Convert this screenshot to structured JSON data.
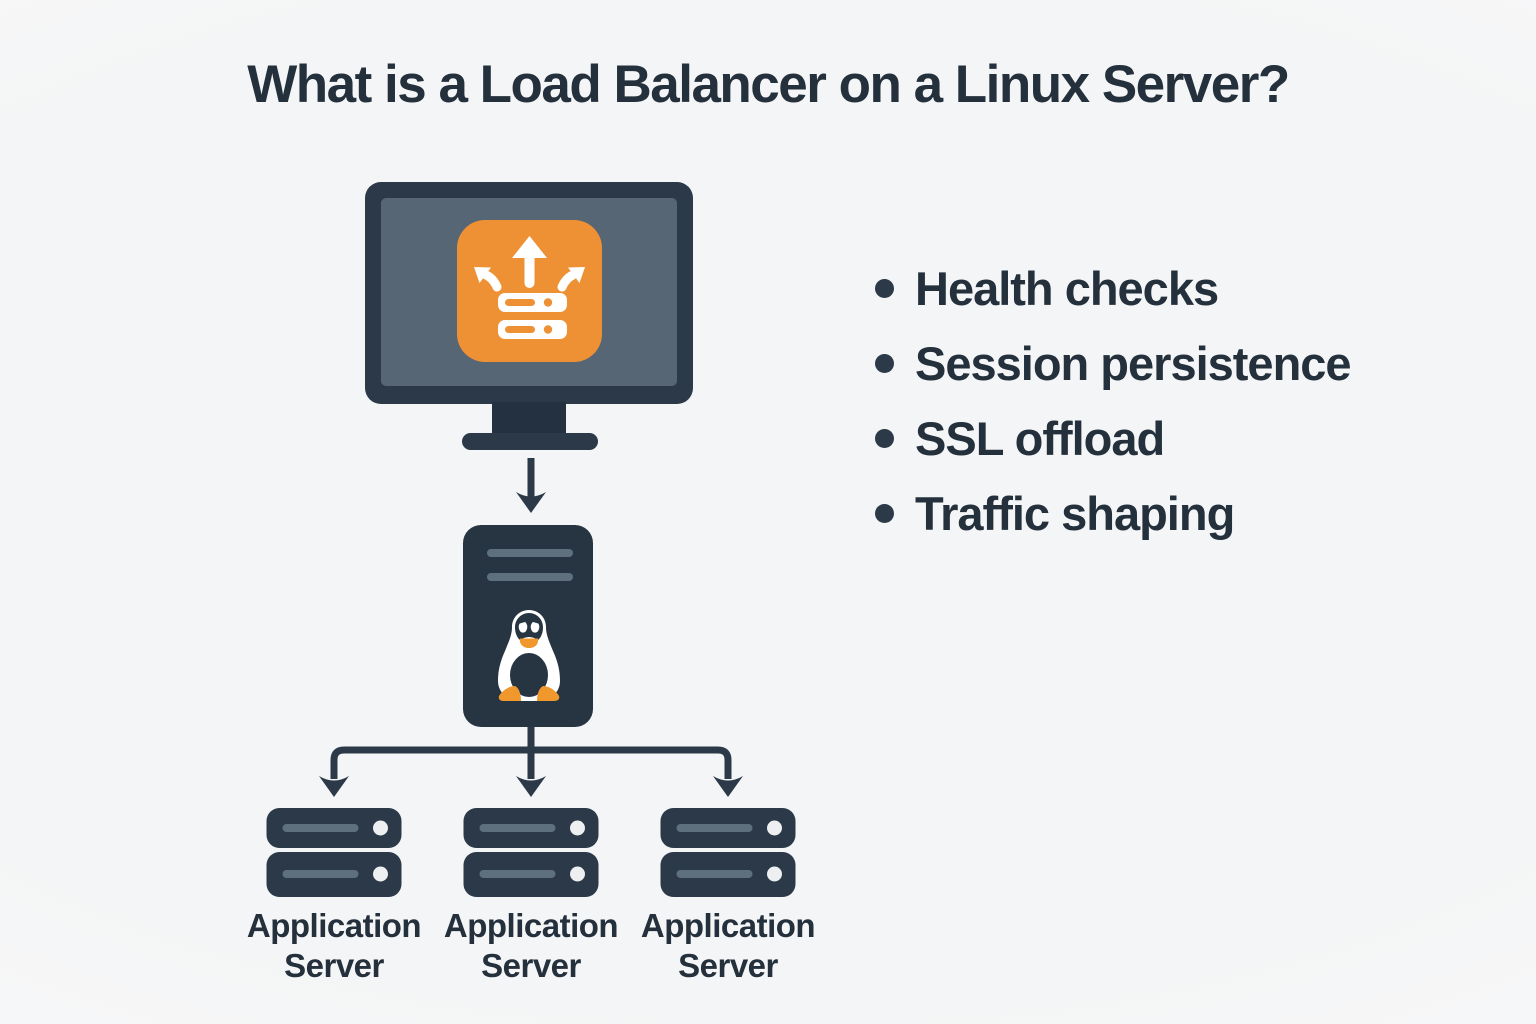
{
  "title": "What is a Load Balancer on a Linux Server?",
  "features": {
    "items": [
      "Health checks",
      "Session persistence",
      "SSL offload",
      "Traffic shaping"
    ]
  },
  "app_servers": [
    {
      "line1": "Application",
      "line2": "Server"
    },
    {
      "line1": "Application",
      "line2": "Server"
    },
    {
      "line1": "Application",
      "line2": "Server"
    }
  ],
  "icons": {
    "monitor-icon": "desktop monitor displaying load balancer app",
    "load-balancer-icon": "orange rounded square, white up arrow with two diverging curved arrows over a server stack",
    "linux-server-icon": "dark server tower",
    "tux-penguin-icon": "Linux Tux penguin",
    "server-stack-icon": "two-bay rack server",
    "arrow-down-icon": "downward flow arrow"
  },
  "colors": {
    "bg": "#f4f5f6",
    "bg-edge": "#fbfbfb",
    "navy": "#2b3948",
    "navy2": "#273543",
    "navy3": "#243140",
    "text": "#24303c",
    "slate": "#566674",
    "slate-light": "#5e6f7e",
    "orange": "#ee9134",
    "orange2": "#f0982e",
    "white": "#ffffff",
    "dot": "#edeff1"
  }
}
